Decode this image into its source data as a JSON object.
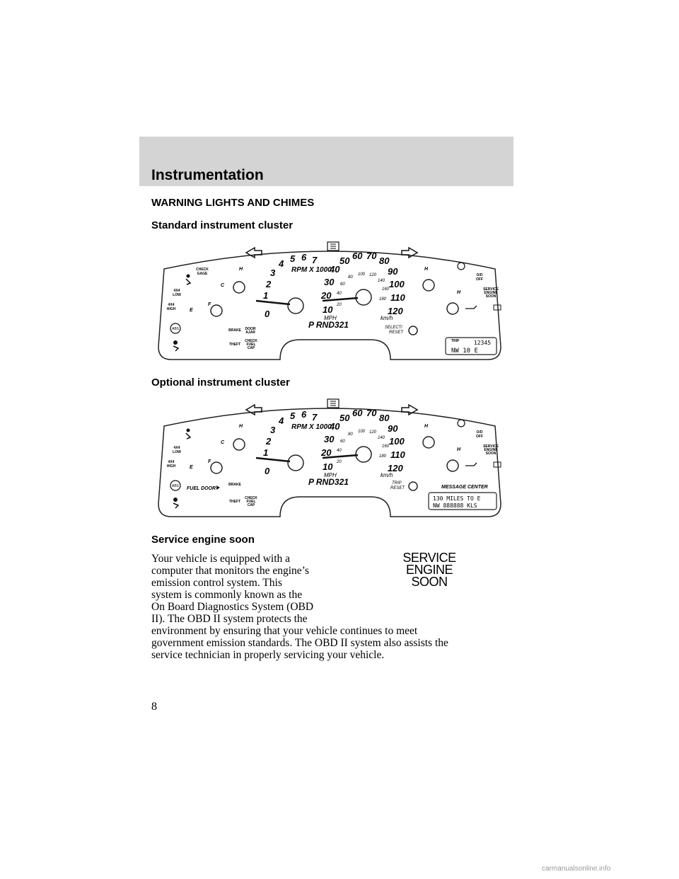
{
  "header": {
    "title": "Instrumentation"
  },
  "section_title": "WARNING LIGHTS AND CHIMES",
  "standard_cluster": {
    "heading": "Standard instrument cluster",
    "rpm_label": "RPM X 1000",
    "rpm_ticks": [
      "0",
      "1",
      "2",
      "3",
      "4",
      "5",
      "6",
      "7"
    ],
    "mph_ticks": [
      "10",
      "20",
      "30",
      "40",
      "50",
      "60",
      "70",
      "80",
      "90",
      "100",
      "110",
      "120"
    ],
    "kmh_ticks": [
      "20",
      "40",
      "60",
      "80",
      "100",
      "120",
      "140",
      "160",
      "180"
    ],
    "mph_label": "MPH",
    "kmh_label": "km/h",
    "gear": "P RND321",
    "select_reset": [
      "SELECT/",
      "RESET"
    ],
    "trip_label": "TRIP",
    "odometer": "12345",
    "compass": "NW  10 E",
    "lights": {
      "check_gage": [
        "CHECK",
        "GAGE"
      ],
      "four_low": [
        "4X4",
        "LOW"
      ],
      "four_high": [
        "4X4",
        "HIGH"
      ],
      "brake": "BRAKE",
      "door_ajar": [
        "DOOR",
        "AJAR"
      ],
      "theft": "THEFT",
      "check_fuel_cap": [
        "CHECK",
        "FUEL",
        "CAP"
      ],
      "od_off": [
        "O/D",
        "OFF"
      ],
      "service_engine_soon": [
        "SERVICE",
        "ENGINE",
        "SOON"
      ]
    },
    "gauge_marks": {
      "hot": "H",
      "cold": "C",
      "full": "F",
      "empty": "E"
    }
  },
  "optional_cluster": {
    "heading": "Optional instrument cluster",
    "fuel_door": "FUEL DOOR",
    "trip_reset": [
      "TRIP",
      "RESET"
    ],
    "message_center": "MESSAGE CENTER",
    "message_line1": "130 MILES TO E",
    "message_line2": "NW   888888 KLS"
  },
  "service_section": {
    "heading": "Service engine soon",
    "para_lines": [
      "Your vehicle is equipped with a",
      "computer that monitors the engine’s",
      "emission control system. This",
      "system is commonly known as the",
      "On Board Diagnostics System (OBD",
      "II). The OBD II system protects the",
      "environment by ensuring that your vehicle continues to meet",
      "government emission standards. The OBD II system also assists the",
      "service technician in properly servicing your vehicle."
    ],
    "icon_lines": [
      "SERVICE",
      "ENGINE",
      "SOON"
    ]
  },
  "page_number": "8",
  "watermark": "carmanualsonline.info"
}
